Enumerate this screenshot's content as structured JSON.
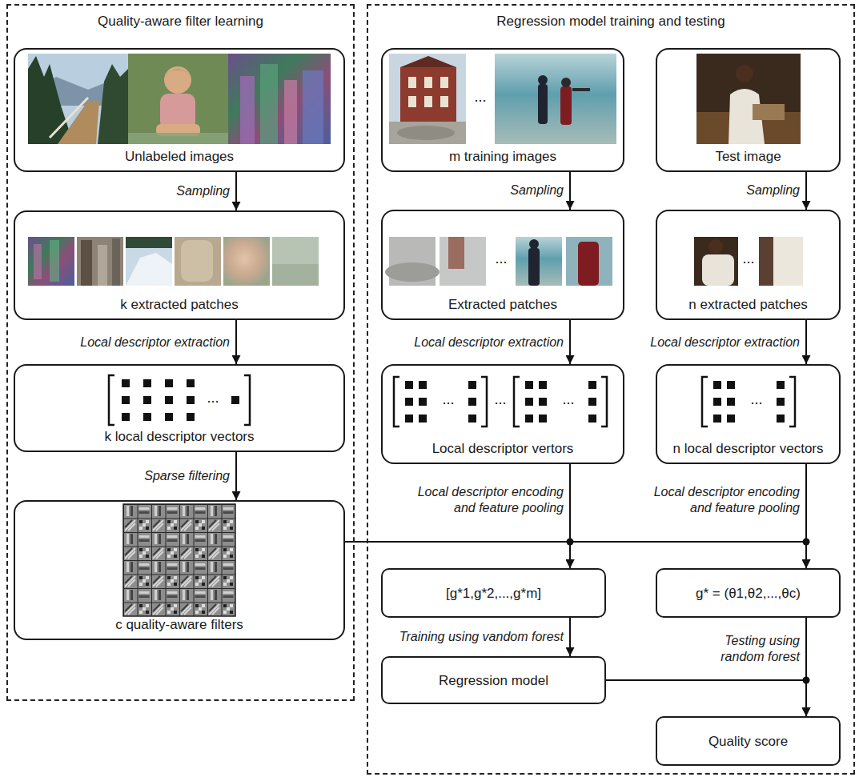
{
  "diagram": {
    "nodes": [
      {
        "text": [
          "Quality-aware filter learning"
        ]
      },
      {
        "text": [
          "Unlabeled images"
        ],
        "in": 0
      },
      {
        "text": [
          "k extracted patches"
        ],
        "in": 0
      },
      {
        "text": [
          "k local descriptor vectors"
        ],
        "in": 0
      },
      {
        "text": [
          "c quality-aware filters"
        ],
        "in": 0
      },
      {
        "text": [
          "Regression model training and testing"
        ]
      },
      {
        "text": [
          "m training images"
        ],
        "in": 5
      },
      {
        "text": [
          "Test image"
        ],
        "in": 5
      },
      {
        "text": [
          "Extracted patches"
        ],
        "in": 5
      },
      {
        "text": [
          "n extracted patches"
        ],
        "in": 5
      },
      {
        "text": [
          "Local descriptor vertors"
        ],
        "in": 5
      },
      {
        "text": [
          "n local descriptor vectors"
        ],
        "in": 5
      },
      {
        "text": [
          "[g*1,g*2,...,g*m]"
        ],
        "in": 5
      },
      {
        "text": [
          "g* = (θ1,θ2,...,θc)"
        ],
        "in": 5
      },
      {
        "text": [
          "Regression model"
        ],
        "in": 5
      },
      {
        "text": [
          "Quality score"
        ],
        "in": 5
      }
    ],
    "edges": [
      {
        "from": 1,
        "to": 2,
        "arrow": "to",
        "label": "Sampling"
      },
      {
        "from": 2,
        "to": 3,
        "arrow": "to",
        "label": "Local descriptor extraction"
      },
      {
        "from": 3,
        "to": 4,
        "arrow": "to",
        "label": "Sparse filtering"
      },
      {
        "from": 6,
        "to": 8,
        "arrow": "to",
        "label": "Sampling"
      },
      {
        "from": 8,
        "to": 10,
        "arrow": "to",
        "label": "Local descriptor extraction"
      },
      {
        "from": 10,
        "to": 12,
        "arrow": "to",
        "label": "Local descriptor encoding and feature pooling"
      },
      {
        "from": 7,
        "to": 9,
        "arrow": "to",
        "label": "Sampling"
      },
      {
        "from": 9,
        "to": 11,
        "arrow": "to",
        "label": "Local descriptor extraction"
      },
      {
        "from": 11,
        "to": 13,
        "arrow": "to",
        "label": "Local descriptor encoding and feature pooling"
      },
      {
        "from": 4,
        "to": 12,
        "arrow": "to"
      },
      {
        "from": 4,
        "to": 13,
        "arrow": "to"
      },
      {
        "from": 12,
        "to": 14,
        "arrow": "to",
        "label": "Training using vandom forest"
      },
      {
        "from": 13,
        "to": 15,
        "arrow": "to",
        "label": "Testing using random forest"
      },
      {
        "from": 14,
        "to": 15,
        "arrow": "to"
      }
    ],
    "labels": [
      "...",
      "...",
      "...",
      "...",
      "...",
      "...",
      "...",
      "..."
    ]
  }
}
